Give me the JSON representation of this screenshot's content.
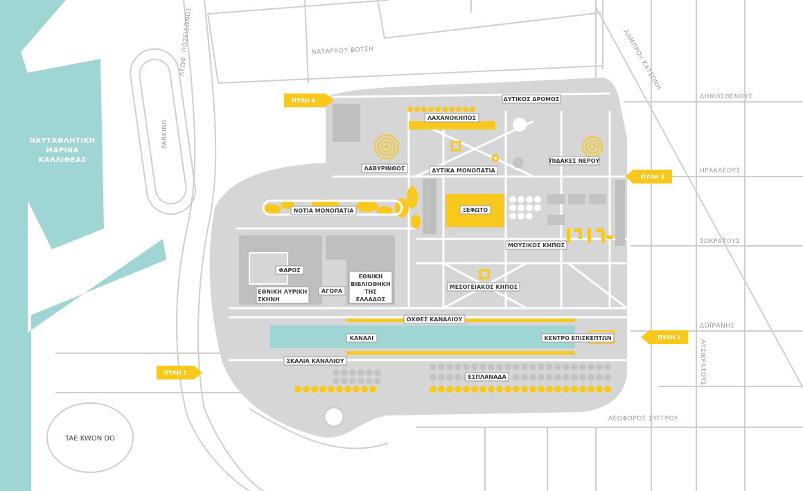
{
  "colors": {
    "water": "#9fd6d4",
    "park": "#d6d6d6",
    "building": "#bfbfbf",
    "accent": "#f8c81c",
    "road": "#cfcfcf",
    "label_border": "#9a9a9a",
    "gate": "#f8c81c"
  },
  "streets": {
    "poseidonos": "ΛΕΩΦ. ΠΟΣΕΙΔΩΝΟΣ",
    "navarchou_votsi": "ΝΑΥΑΡΧΟΥ ΒΟΤΣΗ",
    "lamprou_katsoni": "ΛΑΜΠΡΟΥ ΚΑΤΣΩΝΗ",
    "dimosthenous": "ΔΗΜΟΣΘΕΝΟΥΣ",
    "irakleous": "ΗΡΑΚΛΕΟΥΣ",
    "sokratous": "ΣΩΚΡΑΤΟΥΣ",
    "doiranis": "ΔΟΪΡΑΝΗΣ",
    "lysikratous": "ΛΥΣΙΚΡΑΤΟΥΣ",
    "syngrou": "ΛΕΩΦΟΡΟΣ ΣΥΓΓΡΟΥ",
    "parking": "PARKING"
  },
  "marina": [
    "ΝΑΥΤΑΘΛΗΤΙΚΗ",
    "ΜΑΡΙΝΑ",
    "ΚΑΛΛΙΘΕΑΣ"
  ],
  "taekwondo": "TAE KWON DO",
  "gates": {
    "gate1": "ΠΥΛΗ 1",
    "gate2": "ΠΥΛΗ 2",
    "gate3": "ΠΥΛΗ 3",
    "gate4": "ΠΥΛΗ 4"
  },
  "labels": {
    "dytikos_dromos": "ΔΥΤΙΚΟΣ ΔΡΟΜΟΣ",
    "lachanokipos": "ΛΑΧΑΝΟΚΗΠΟΣ",
    "lavyrinthos": "ΛΑΒΥΡΙΝΘΟΣ",
    "dytika_monopatia": "ΔΥΤΙΚΑ ΜΟΝΟΠΑΤΙΑ",
    "pidakes_nerou": "ΠΙΔΑΚΕΣ ΝΕΡΟΥ",
    "notia_monopatia": "ΝΟΤΙΑ ΜΟΝΟΠΑΤΙΑ",
    "xefoto": "ΞΕΦΩΤΟ",
    "mousikos_kipos": "ΜΟΥΣΙΚΟΣ ΚΗΠΟΣ",
    "faros": "ΦΑΡΟΣ",
    "ethniki_lyriki": [
      "ΕΘΝΙΚΗ ΛΥΡΙΚΗ",
      "ΣΚΗΝΗ"
    ],
    "agora": "ΑΓΟΡΑ",
    "vivliothiki": [
      "ΕΘΝΙΚΗ",
      "ΒΙΒΛΙΟΘΗΚΗ",
      "ΤΗΣ",
      "ΕΛΛΑΔΟΣ"
    ],
    "mesogeiakos_kipos": "ΜΕΣΟΓΕΙΑΚΟΣ ΚΗΠΟΣ",
    "ochthes_kanaliou": "ΟΧΘΕΣ ΚΑΝΑΛΙΟΥ",
    "kanali": "ΚΑΝΑΛΙ",
    "kentro_episkepton": "ΚΕΝΤΡΟ ΕΠΙΣΚΕΠΤΩΝ",
    "skalia_kanaliou": "ΣΚΑΛΙΑ ΚΑΝΑΛΙΟΥ",
    "esplanada": "ΕΣΠΛΑΝΑΔΑ"
  }
}
